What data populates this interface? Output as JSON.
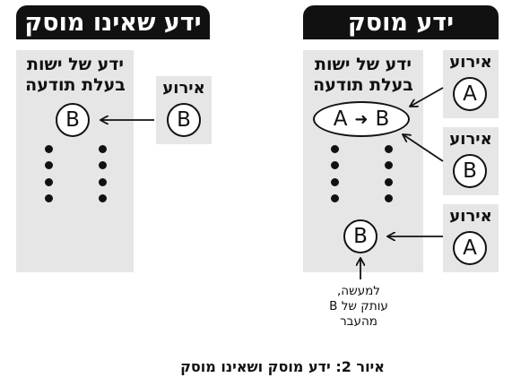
{
  "right_section": {
    "header": "ידע מוסק",
    "entity_title": "ידע של ישות בעלת תודעה",
    "event_label": "אירוע",
    "events": [
      "A",
      "B",
      "A"
    ],
    "state_from": "A",
    "state_to": "B",
    "state_bottom": "B",
    "note": [
      "למעשה,",
      "עותק של B",
      "מהעבר"
    ]
  },
  "left_section": {
    "header": "ידע שאינו מוסק",
    "entity_title": "ידע של ישות בעלת תודעה",
    "event_label": "אירוע",
    "event": "B",
    "state": "B"
  },
  "caption": {
    "label": "איור 2:",
    "text": "ידע מוסק ושאינו מוסק"
  },
  "icons": [
    "arrow-right-icon"
  ]
}
